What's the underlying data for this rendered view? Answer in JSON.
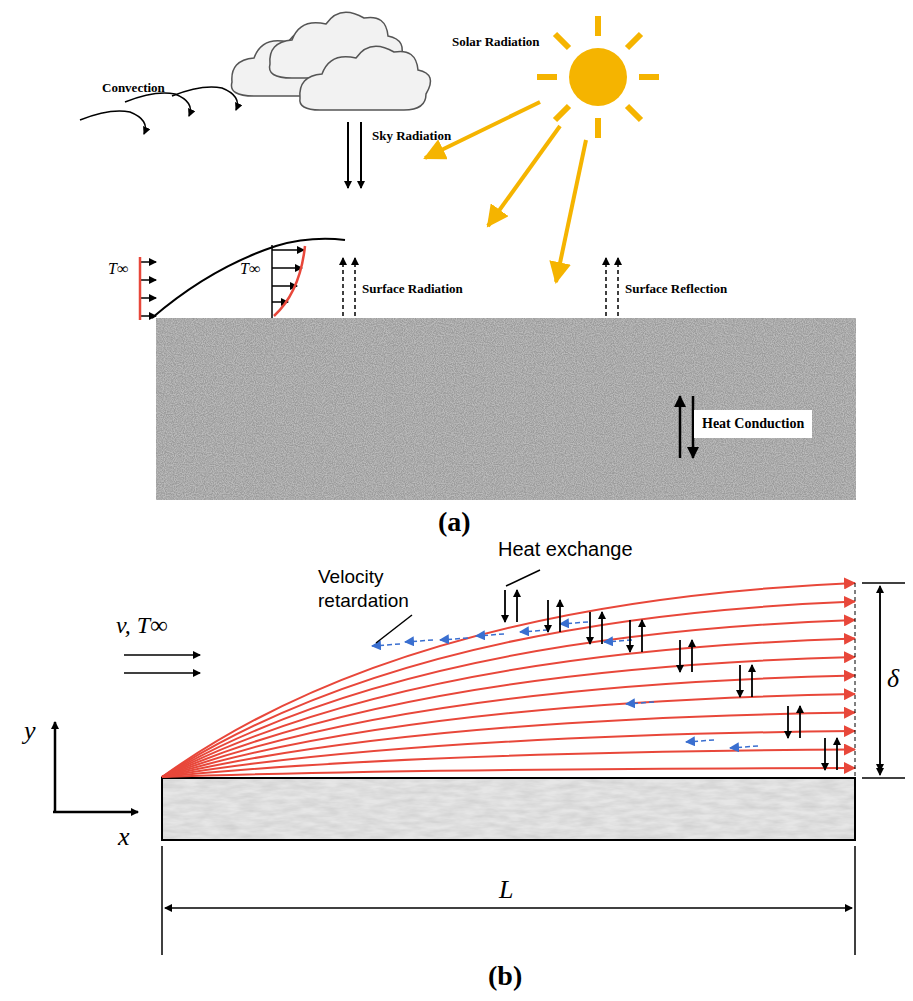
{
  "diagram": {
    "nodes": [
      {
        "text": [
          "Heat Conduction"
        ]
      }
    ],
    "labels": [
      "Sky Radiation",
      "Solar Radiation",
      "Convection",
      "T∞",
      "T∞",
      "Surface Radiation",
      "Surface Reflection",
      "(a)",
      "Velocity retardation",
      "Heat exchange",
      "v, T∞",
      "y",
      "x",
      "δ",
      "L",
      "(b)"
    ]
  }
}
